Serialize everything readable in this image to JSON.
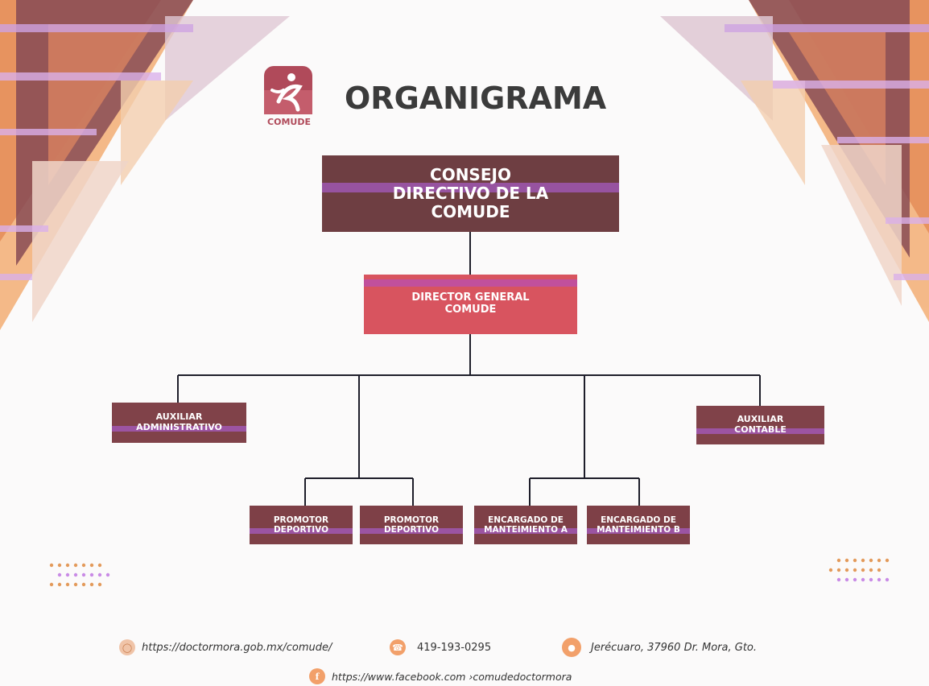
{
  "title": "ORGANIGRAMA",
  "logo": {
    "name": "COMUDE",
    "brand_color": "#b04a5a"
  },
  "colors": {
    "dark_box": "#6e3e42",
    "director_box": "#d8545f",
    "mid_box": "#804249",
    "accent_stripe": "#a55bc0"
  },
  "nodes": {
    "consejo": "CONSEJO\nDIRECTIVO DE LA\nCOMUDE",
    "director": "DIRECTOR GENERAL\nCOMUDE",
    "aux_admin": "AUXILIAR\nADMINISTRATIVO",
    "aux_contable": "AUXILIAR\nCONTABLE",
    "promotor_1": "PROMOTOR\nDEPORTIVO",
    "promotor_2": "PROMOTOR\nDEPORTIVO",
    "encargado_a": "ENCARGADO DE\nMANTEIMIENTO A",
    "encargado_b": "ENCARGADO DE\nMANTEIMIENTO B"
  },
  "footer": {
    "website": "https://doctormora.gob.mx/comude/",
    "phone": "419-193-0295",
    "address": "Jerécuaro, 37960 Dr. Mora, Gto.",
    "facebook": "https://www.facebook.com ›comudedoctormora",
    "icons": [
      "globe-icon",
      "phone-icon",
      "location-pin-icon",
      "facebook-icon"
    ]
  }
}
